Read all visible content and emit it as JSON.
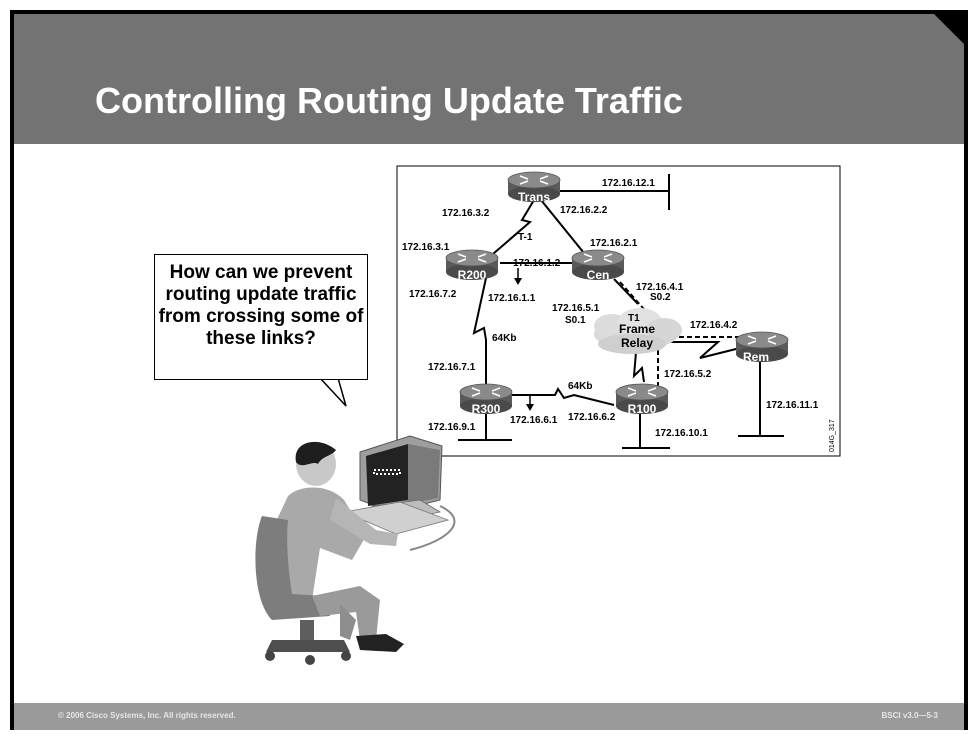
{
  "slide": {
    "title": "Controlling Routing Update Traffic",
    "question": "How can we prevent routing update traffic from crossing some of these links?",
    "footer_left": "© 2006 Cisco Systems, Inc. All rights reserved.",
    "footer_right": "BSCI v3.0—5-3"
  },
  "diagram": {
    "figure_id": "014G_317",
    "routers": {
      "trans": "Trans",
      "r200": "R200",
      "cen": "Cen",
      "rem": "Rem",
      "r300": "R300",
      "r100": "R100"
    },
    "cloud": {
      "line1": "Frame",
      "line2": "Relay"
    },
    "addresses": {
      "a_12_1": "172.16.12.1",
      "a_3_2": "172.16.3.2",
      "a_2_2": "172.16.2.2",
      "a_3_1": "172.16.3.1",
      "a_2_1": "172.16.2.1",
      "a_1_2": "172.16.1.2",
      "a_7_2": "172.16.7.2",
      "a_1_1": "172.16.1.1",
      "a_4_1": "172.16.4.1",
      "a_5_1": "172.16.5.1",
      "a_4_2": "172.16.4.2",
      "a_7_1": "172.16.7.1",
      "a_5_2": "172.16.5.2",
      "a_11_1": "172.16.11.1",
      "a_9_1": "172.16.9.1",
      "a_6_1": "172.16.6.1",
      "a_6_2": "172.16.6.2",
      "a_10_1": "172.16.10.1"
    },
    "link_labels": {
      "t1_top": "T-1",
      "t1_mid": "T1",
      "s02": "S0.2",
      "s01": "S0.1",
      "kb_left": "64Kb",
      "kb_bottom": "64Kb"
    }
  }
}
